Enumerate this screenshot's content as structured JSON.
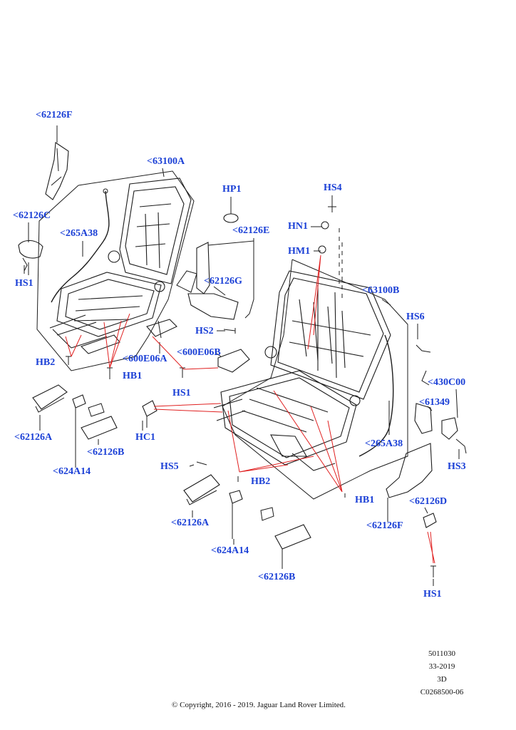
{
  "diagram": {
    "callouts": {
      "c_62126F": "<62126F",
      "c_63100A": "<63100A",
      "c_HP1": "HP1",
      "c_HS4": "HS4",
      "c_62126C": "<62126C",
      "c_265A38_left": "<265A38",
      "c_62126E": "<62126E",
      "c_HN1": "HN1",
      "c_HM1": "HM1",
      "c_HS1_left": "HS1",
      "c_62126G": "<62126G",
      "c_63100B": "<63100B",
      "c_HS6": "HS6",
      "c_HS2": "HS2",
      "c_HB2_left": "HB2",
      "c_600E06A": "<600E06A",
      "c_600E06B": "<600E06B",
      "c_HB1_left": "HB1",
      "c_430C00": "<430C00",
      "c_HS1_mid": "HS1",
      "c_61349": "<61349",
      "c_62126A_left": "<62126A",
      "c_HC1": "HC1",
      "c_62126B_left": "<62126B",
      "c_265A38_right": "<265A38",
      "c_HS3": "HS3",
      "c_624A14_left": "<624A14",
      "c_HS5": "HS5",
      "c_HB2_right": "HB2",
      "c_HB1_right": "HB1",
      "c_62126D": "<62126D",
      "c_62126A_right": "<62126A",
      "c_62126F_right": "<62126F",
      "c_624A14_right": "<624A14",
      "c_62126B_right": "<62126B",
      "c_HS1_right": "HS1"
    },
    "reference": {
      "line1": "5011030",
      "line2": "33-2019",
      "line3": "3D",
      "line4": "C0268500-06"
    },
    "copyright": "© Copyright, 2016 - 2019. Jaguar Land Rover Limited."
  },
  "colors": {
    "callout_text": "#1a3fd6",
    "leader_red": "#e02020",
    "linework": "#1c1c1c"
  }
}
